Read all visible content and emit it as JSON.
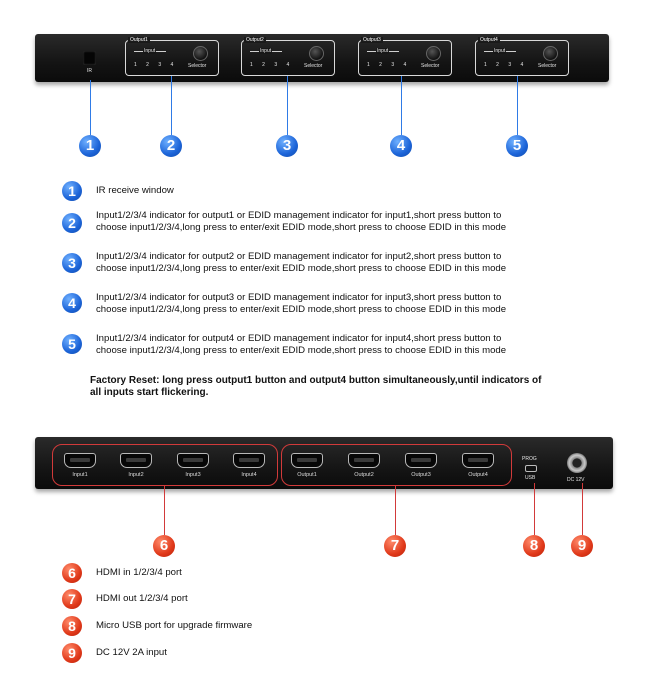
{
  "front_panel": {
    "ir_label": "IR",
    "groups": [
      {
        "title": "Output1",
        "input_label": "Input",
        "numbers": "1 2 3 4",
        "selector_label": "Selector"
      },
      {
        "title": "Output2",
        "input_label": "Input",
        "numbers": "1 2 3 4",
        "selector_label": "Selector"
      },
      {
        "title": "Output3",
        "input_label": "Input",
        "numbers": "1 2 3 4",
        "selector_label": "Selector"
      },
      {
        "title": "Output4",
        "input_label": "Input",
        "numbers": "1 2 3 4",
        "selector_label": "Selector"
      }
    ]
  },
  "front_callouts": [
    "1",
    "2",
    "3",
    "4",
    "5"
  ],
  "front_legend": [
    {
      "num": "1",
      "text": "IR receive window"
    },
    {
      "num": "2",
      "line1": "Input1/2/3/4 indicator for output1 or EDID management indicator for input1,short press button to",
      "line2": "choose input1/2/3/4,long press to enter/exit EDID mode,short press to choose EDID in this mode"
    },
    {
      "num": "3",
      "line1": "Input1/2/3/4 indicator for output2 or EDID management indicator for input2,short press button to",
      "line2": "choose input1/2/3/4,long press to enter/exit EDID mode,short press to choose EDID in this mode"
    },
    {
      "num": "4",
      "line1": "Input1/2/3/4 indicator for output3 or EDID management indicator for input3,short press button to",
      "line2": "choose input1/2/3/4,long press to enter/exit EDID mode,short press to choose EDID in this mode"
    },
    {
      "num": "5",
      "line1": "Input1/2/3/4 indicator for output4 or EDID management indicator for input4,short press button to",
      "line2": "choose input1/2/3/4,long press to enter/exit EDID mode,short press to choose EDID in this mode"
    }
  ],
  "factory_reset": {
    "line1": "Factory Reset: long press output1 button and output4 button simultaneously,until indicators of",
    "line2": "all inputs start flickering."
  },
  "rear_panel": {
    "inputs": [
      "Input1",
      "Input2",
      "Input3",
      "Input4"
    ],
    "outputs": [
      "Output1",
      "Output2",
      "Output3",
      "Output4"
    ],
    "prog_label": "PROG",
    "usb_label": "USB",
    "dc_label": "DC 12V"
  },
  "rear_callouts": [
    "6",
    "7",
    "8",
    "9"
  ],
  "rear_legend": [
    {
      "num": "6",
      "text": "HDMI in 1/2/3/4 port"
    },
    {
      "num": "7",
      "text": "HDMI out 1/2/3/4 port"
    },
    {
      "num": "8",
      "text": "Micro USB port for upgrade firmware"
    },
    {
      "num": "9",
      "text": "DC 12V 2A input"
    }
  ],
  "colors": {
    "blue_badge": "#1c64d8",
    "red_badge": "#e0391a",
    "panel": "#141414"
  }
}
